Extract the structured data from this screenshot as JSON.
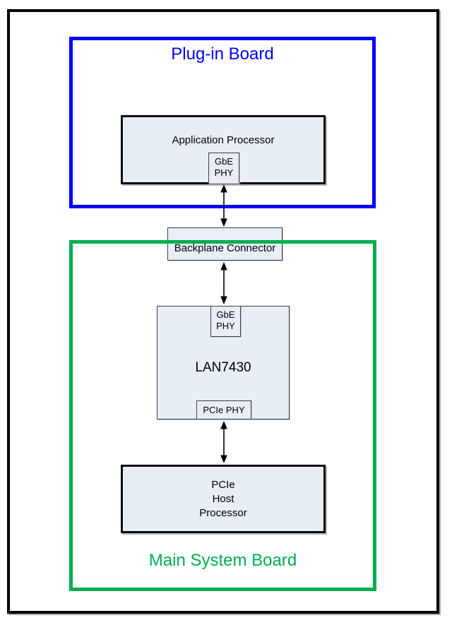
{
  "colors": {
    "plugin_board_outline": "#0000FF",
    "main_board_outline": "#00AE50",
    "component_fill": "#E8EEF6",
    "outer_border": "#000000"
  },
  "plugin_board": {
    "label": "Plug-in Board",
    "app_processor": {
      "label": "Application Processor",
      "gbe_phy_lines": [
        "GbE",
        "PHY"
      ]
    }
  },
  "backplane_connector": {
    "label": "Backplane Connector"
  },
  "main_system_board": {
    "label": "Main System Board",
    "lan7430": {
      "label": "LAN7430",
      "gbe_phy_lines": [
        "GbE",
        "PHY"
      ],
      "pcie_phy_label": "PCIe PHY"
    },
    "pcie_host_processor": {
      "lines": [
        "PCIe",
        "Host",
        "Processor"
      ]
    }
  }
}
